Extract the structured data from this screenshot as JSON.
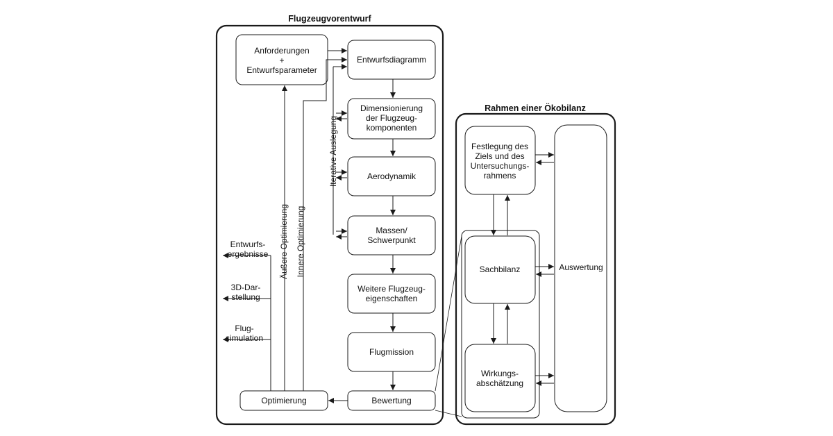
{
  "left_panel": {
    "title": "Flugzeugvorentwurf",
    "boxes": {
      "anforderungen": [
        "Anforderungen",
        "+",
        "Entwurfsparameter"
      ],
      "entwurfsdiagramm": [
        "Entwurfsdiagramm"
      ],
      "dimensionierung": [
        "Dimensionierung",
        "der Flugzeug-",
        "komponenten"
      ],
      "aerodynamik": [
        "Aerodynamik"
      ],
      "massen": [
        "Massen/",
        "Schwerpunkt"
      ],
      "weitere": [
        "Weitere Flugzeug-",
        "eigenschaften"
      ],
      "flugmission": [
        "Flugmission"
      ],
      "bewertung": [
        "Bewertung"
      ],
      "optimierung": [
        "Optimierung"
      ]
    },
    "vertical_labels": {
      "iterative": "Iterative Auslegung",
      "aeussere": "Äußere Optimierung",
      "innere": "Innere Optimierung"
    },
    "outputs": {
      "entwurfsergebnisse": [
        "Entwurfs-",
        "ergebnisse"
      ],
      "darstellung": [
        "3D-Dar-",
        "stellung"
      ],
      "flugsimulation": [
        "Flug-",
        "simulation"
      ]
    }
  },
  "right_panel": {
    "title": "Rahmen einer Ökobilanz",
    "boxes": {
      "festlegung": [
        "Festlegung des",
        "Ziels und des",
        "Untersuchungs-",
        "rahmens"
      ],
      "sachbilanz": [
        "Sachbilanz"
      ],
      "wirkung": [
        "Wirkungs-",
        "abschätzung"
      ],
      "auswertung": [
        "Auswertung"
      ]
    }
  },
  "colors": {
    "stroke": "#1a1a1a",
    "background": "#ffffff"
  }
}
